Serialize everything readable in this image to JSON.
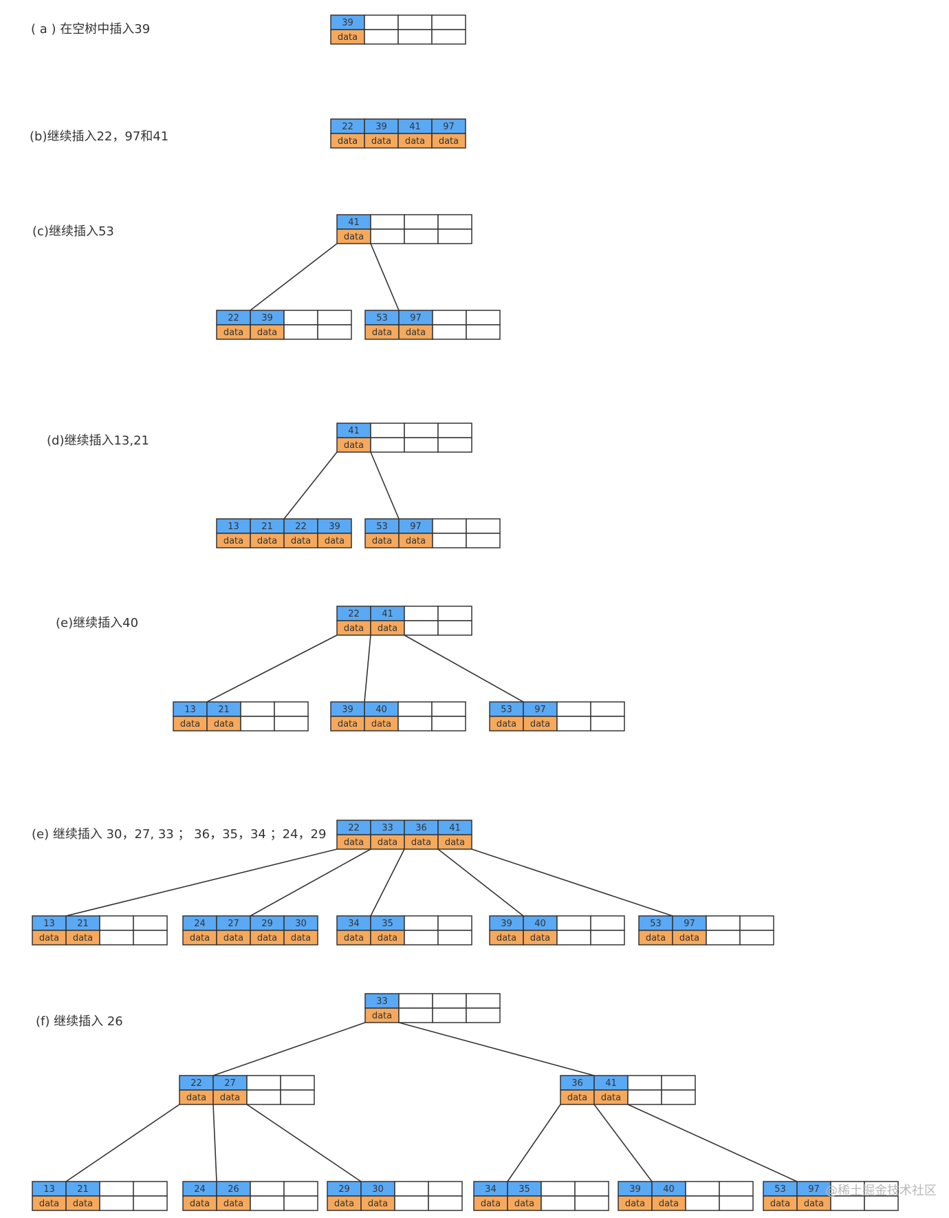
{
  "colors": {
    "key_cell": "#5aa9f5",
    "data_cell": "#f6a95c",
    "border": "#333333",
    "edge": "#333333"
  },
  "data_text": "data",
  "watermark": "@稀土掘金技术社区",
  "steps": [
    {
      "label": "( a ) 在空树中插入39",
      "nodes": [
        {
          "id": "a0",
          "keys": [
            39
          ]
        }
      ],
      "edges": []
    },
    {
      "label": "(b)继续插入22，97和41",
      "nodes": [
        {
          "id": "b0",
          "keys": [
            22,
            39,
            41,
            97
          ]
        }
      ],
      "edges": []
    },
    {
      "label": "(c)继续插入53",
      "nodes": [
        {
          "id": "c0",
          "keys": [
            41
          ]
        },
        {
          "id": "c1",
          "keys": [
            22,
            39
          ]
        },
        {
          "id": "c2",
          "keys": [
            53,
            97
          ]
        }
      ],
      "edges": [
        [
          "c0",
          "c1"
        ],
        [
          "c0",
          "c2"
        ]
      ]
    },
    {
      "label": "(d)继续插入13,21",
      "nodes": [
        {
          "id": "d0",
          "keys": [
            41
          ]
        },
        {
          "id": "d1",
          "keys": [
            13,
            21,
            22,
            39
          ]
        },
        {
          "id": "d2",
          "keys": [
            53,
            97
          ]
        }
      ],
      "edges": [
        [
          "d0",
          "d1"
        ],
        [
          "d0",
          "d2"
        ]
      ]
    },
    {
      "label": "(e)继续插入40",
      "nodes": [
        {
          "id": "e0",
          "keys": [
            22,
            41
          ]
        },
        {
          "id": "e1",
          "keys": [
            13,
            21
          ]
        },
        {
          "id": "e2",
          "keys": [
            39,
            40
          ]
        },
        {
          "id": "e3",
          "keys": [
            53,
            97
          ]
        }
      ],
      "edges": [
        [
          "e0",
          "e1"
        ],
        [
          "e0",
          "e2"
        ],
        [
          "e0",
          "e3"
        ]
      ]
    },
    {
      "label": "(e) 继续插入 30，27, 33 ； 36，35，34 ；24，29",
      "nodes": [
        {
          "id": "f0",
          "keys": [
            22,
            33,
            36,
            41
          ]
        },
        {
          "id": "f1",
          "keys": [
            13,
            21
          ]
        },
        {
          "id": "f2",
          "keys": [
            24,
            27,
            29,
            30
          ]
        },
        {
          "id": "f3",
          "keys": [
            34,
            35
          ]
        },
        {
          "id": "f4",
          "keys": [
            39,
            40
          ]
        },
        {
          "id": "f5",
          "keys": [
            53,
            97
          ]
        }
      ],
      "edges": [
        [
          "f0",
          "f1"
        ],
        [
          "f0",
          "f2"
        ],
        [
          "f0",
          "f3"
        ],
        [
          "f0",
          "f4"
        ],
        [
          "f0",
          "f5"
        ]
      ]
    },
    {
      "label": "(f) 继续插入 26",
      "nodes": [
        {
          "id": "g0",
          "keys": [
            33
          ]
        },
        {
          "id": "g1",
          "keys": [
            22,
            27
          ]
        },
        {
          "id": "g2",
          "keys": [
            36,
            41
          ]
        },
        {
          "id": "g3",
          "keys": [
            13,
            21
          ]
        },
        {
          "id": "g4",
          "keys": [
            24,
            26
          ]
        },
        {
          "id": "g5",
          "keys": [
            29,
            30
          ]
        },
        {
          "id": "g6",
          "keys": [
            34,
            35
          ]
        },
        {
          "id": "g7",
          "keys": [
            39,
            40
          ]
        },
        {
          "id": "g8",
          "keys": [
            53,
            97
          ]
        }
      ],
      "edges": [
        [
          "g0",
          "g1"
        ],
        [
          "g0",
          "g2"
        ],
        [
          "g1",
          "g3"
        ],
        [
          "g1",
          "g4"
        ],
        [
          "g1",
          "g5"
        ],
        [
          "g2",
          "g6"
        ],
        [
          "g2",
          "g7"
        ],
        [
          "g2",
          "g8"
        ]
      ]
    }
  ]
}
